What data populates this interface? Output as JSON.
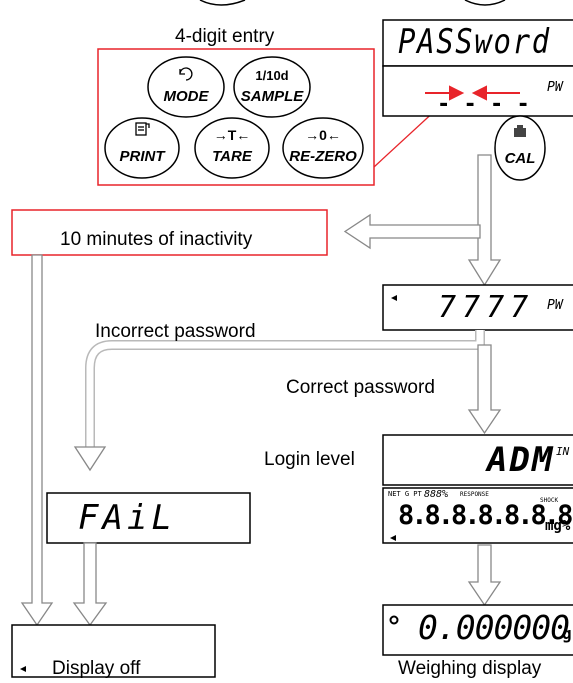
{
  "keypad": {
    "title": "4-digit entry",
    "buttons": [
      {
        "label": "MODE"
      },
      {
        "label": "SAMPLE",
        "top_label": "1/10d"
      },
      {
        "label": "PRINT"
      },
      {
        "label": "TARE",
        "top_label": "→T←"
      },
      {
        "label": "RE-ZERO",
        "top_label": "→0←"
      }
    ]
  },
  "cal_button": {
    "label": "CAL"
  },
  "displays": {
    "password": "PASSword",
    "entry_suffix": "PW",
    "entry_digits": "- - - -",
    "entered": "7777",
    "entered_suffix": "PW",
    "login": "ADM",
    "login_sup": "IN",
    "fail": "FAiL",
    "full_seg": "8.8.8.8.8.8.8",
    "full_top_left": "NET G PT",
    "full_top_mid": "888%",
    "full_top_right": "RESPONSE",
    "full_units": "mg%",
    "full_shock": "SHOCK",
    "weighing": "0.000000",
    "weighing_unit": "g"
  },
  "labels": {
    "inactivity": "10 minutes of inactivity",
    "incorrect": "Incorrect password",
    "correct": "Correct password",
    "login_level": "Login level",
    "display_off": "Display off",
    "weighing_display": "Weighing display"
  },
  "colors": {
    "accent": "#e8242a",
    "frame": "#000000",
    "arrow": "#b9b9b9"
  }
}
